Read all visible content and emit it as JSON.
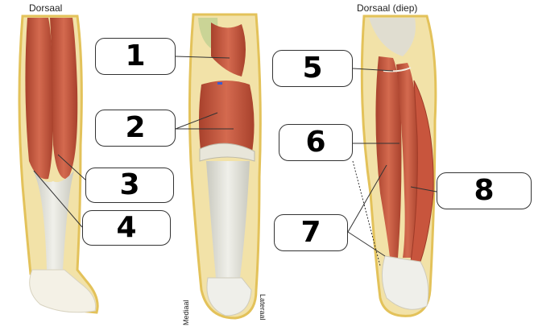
{
  "captions": {
    "left": "Dorsaal",
    "right": "Dorsaal (diep)",
    "medial": "Mediaal",
    "lateral": "Lateraal"
  },
  "labels": [
    {
      "id": "1",
      "text": "1"
    },
    {
      "id": "2",
      "text": "2"
    },
    {
      "id": "3",
      "text": "3"
    },
    {
      "id": "4",
      "text": "4"
    },
    {
      "id": "5",
      "text": "5"
    },
    {
      "id": "6",
      "text": "6"
    },
    {
      "id": "7",
      "text": "7"
    },
    {
      "id": "8",
      "text": "8"
    }
  ],
  "colors": {
    "muscle": "#c8553d",
    "muscle_dark": "#9e3a27",
    "tendon": "#dcdcd2",
    "skin": "#f2e2a8",
    "fat_edge": "#e3c25a",
    "bone": "#efefea"
  }
}
